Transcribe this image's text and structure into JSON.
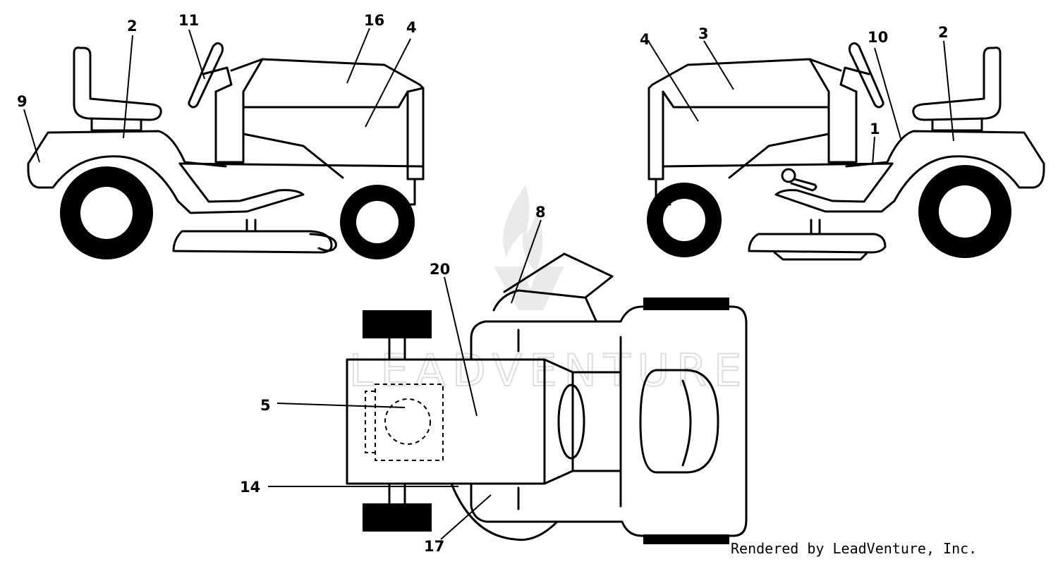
{
  "callouts": {
    "left_view": {
      "seat_label": "2",
      "steering_label": "11",
      "hood_label": "16",
      "hood_side_label": "4",
      "fender_label": "9"
    },
    "right_view": {
      "hood_side_label": "4",
      "hood_top_label": "3",
      "dash_label": "10",
      "seat_label": "2",
      "lever_label": "1"
    },
    "top_view": {
      "chute_label": "8",
      "hood_label": "20",
      "battery_label": "5",
      "side_label": "14",
      "deck_label": "17"
    }
  },
  "watermark": {
    "text": "LEADVENTURE"
  },
  "credit": {
    "text": "Rendered by LeadVenture, Inc."
  }
}
